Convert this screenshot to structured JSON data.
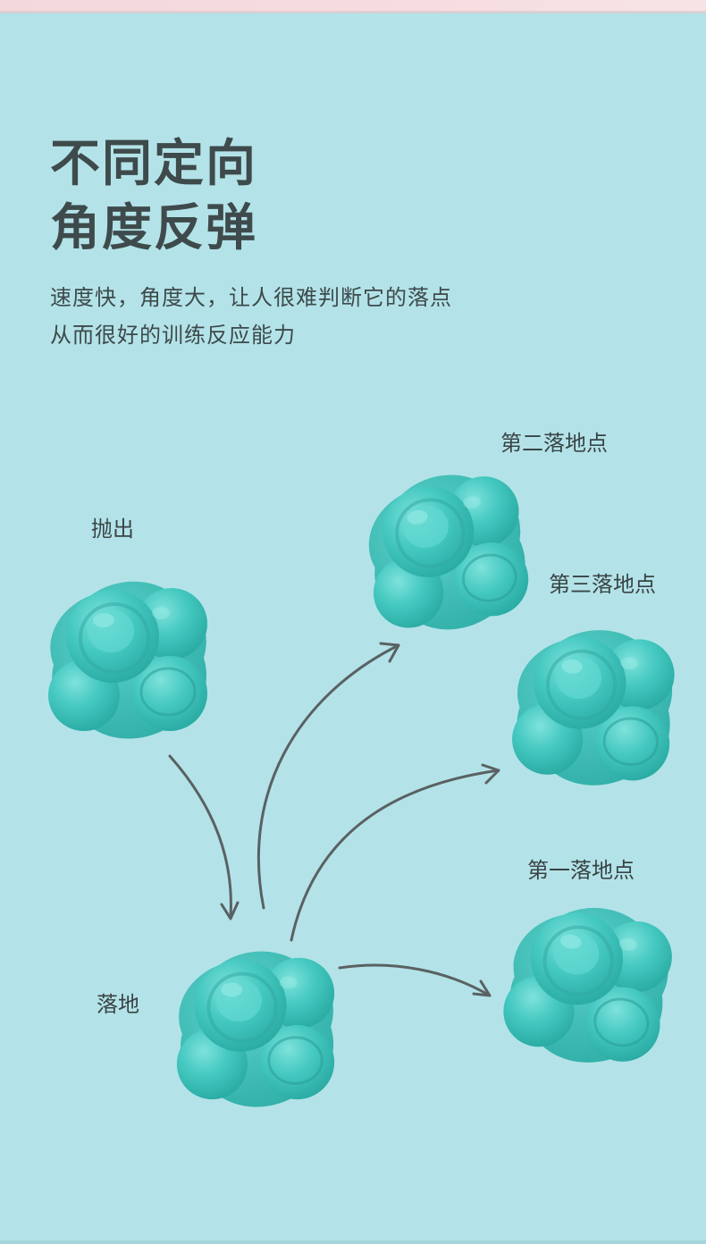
{
  "headline": {
    "line1": "不同定向",
    "line2": "角度反弹"
  },
  "subtitle": {
    "line1": "速度快，角度大，让人很难判断它的落点",
    "line2": "从而很好的训练反应能力"
  },
  "labels": {
    "throw": "抛出",
    "land": "落地",
    "first": "第一落地点",
    "second": "第二落地点",
    "third": "第三落地点"
  },
  "colors": {
    "background": "#b3e3e8",
    "text": "#3e4a4b",
    "ball": "#3fc5be",
    "arrow": "#5a6163"
  },
  "icons": {
    "ball": "reaction-ball-icon",
    "arrow": "curved-arrow-icon"
  }
}
